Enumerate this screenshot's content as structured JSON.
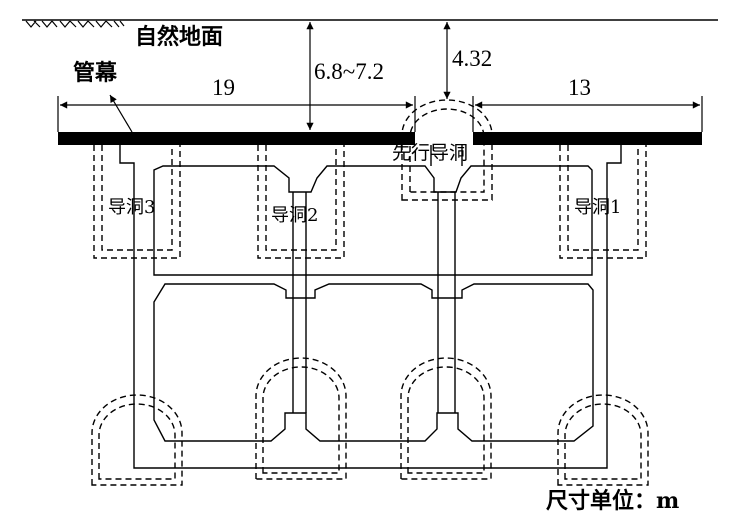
{
  "labels": {
    "ground_surface": "自然地面",
    "pipe_roof": "管幕",
    "advance_pilot_tunnel": "先行导洞",
    "pilot_tunnel_1": "导洞1",
    "pilot_tunnel_2": "导洞2",
    "pilot_tunnel_3": "导洞3",
    "unit_note": "尺寸单位：m"
  },
  "dimensions": {
    "left_span": "19",
    "right_span": "13",
    "cover_depth": "6.8~7.2",
    "pilot_depth": "4.32"
  },
  "colors": {
    "line": "#000000",
    "background": "#ffffff"
  }
}
